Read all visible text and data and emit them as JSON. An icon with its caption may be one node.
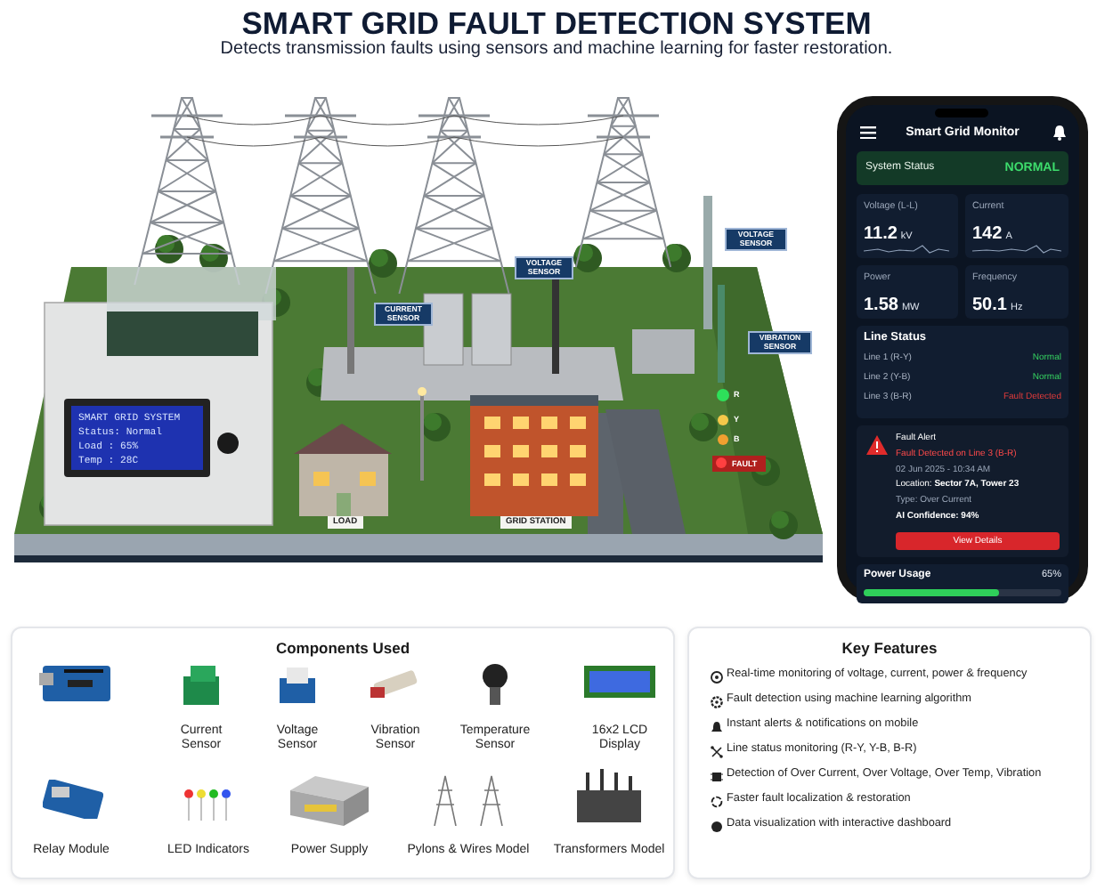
{
  "diagram": {
    "title": "SMART GRID FAULT DETECTION SYSTEM",
    "nodes": [
      {
        "text": [
          "Components Used"
        ]
      },
      {
        "text": [
          "Key Features"
        ]
      },
      {
        "text": [
          "Smart Grid Monitor"
        ]
      },
      {
        "text": [
          "System Status",
          "NORMAL"
        ],
        "in": 2
      },
      {
        "text": [
          "Voltage (L-L)",
          "11.2",
          "kV"
        ],
        "in": 2
      },
      {
        "text": [
          "Current",
          "142",
          "A"
        ],
        "in": 2
      },
      {
        "text": [
          "Power",
          "1.58",
          "MW"
        ],
        "in": 2
      },
      {
        "text": [
          "Frequency",
          "50.1",
          "Hz"
        ],
        "in": 2
      },
      {
        "text": [
          "Line Status",
          "Line 1 (R-Y)",
          "Normal",
          "Line 2 (Y-B)",
          "Normal",
          "Line 3 (B-R)",
          "Fault Detected"
        ],
        "in": 2
      },
      {
        "text": [
          "Fault Alert",
          "Fault Detected on Line 3 (B-R)",
          "02 Jun 2025 - 10:34 AM",
          "Location: **Sector 7A, Tower 23**",
          "Type: Over Current",
          "AI Confidence: 94%"
        ],
        "in": 2
      },
      {
        "text": [
          "View Details"
        ],
        "in": 9
      },
      {
        "text": [
          "Power Usage",
          "65%"
        ],
        "in": 2
      }
    ],
    "labels": [
      "Detects transmission faults using sensors and machine learning for faster restoration.",
      "VOLTAGE SENSOR",
      "VOLTAGE SENSOR",
      "CURRENT SENSOR",
      "VIBRATION SENSOR",
      "SMART GRID SYSTEM",
      "Status: Normal",
      "Load : 65%",
      "Temp : 28C",
      "R",
      "Y",
      "B",
      "FAULT",
      "LOAD",
      "GRID STATION",
      "Current Sensor",
      "Voltage Sensor",
      "Vibration Sensor",
      "Temperature Sensor",
      "16x2 LCD Display",
      "Relay Module",
      "LED Indicators",
      "Power Supply",
      "Pylons & Wires Model",
      "Transformers Model",
      "Real-time monitoring of voltage, current, power & frequency",
      "Fault detection using machine learning algorithm",
      "Instant alerts & notifications on mobile",
      "Line status monitoring (R-Y, Y-B, B-R)",
      "Detection of Over Current, Over Voltage, Over Temp, Vibration",
      "Faster fault localization & restoration",
      "Data visualization with interactive dashboard"
    ]
  }
}
